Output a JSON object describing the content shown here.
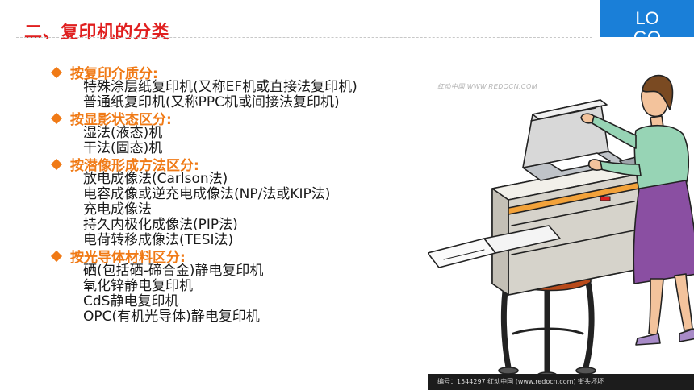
{
  "title": "二、复印机的分类",
  "logo": {
    "line1": "LO",
    "line2": "GO"
  },
  "sections": [
    {
      "heading": "按复印介质分:",
      "items": [
        "特殊涂层纸复印机(又称EF机或直接法复印机)",
        "普通纸复印机(又称PPC机或间接法复印机)"
      ]
    },
    {
      "heading": "按显影状态区分:",
      "items": [
        "湿法(液态)机",
        "干法(固态)机"
      ]
    },
    {
      "heading": "按潜像形成方法区分:",
      "items": [
        "放电成像法(Carlson法)",
        "电容成像或逆充电成像法(NP/法或KIP法)",
        "充电成像法",
        "持久内极化成像法(PIP法)",
        "电荷转移成像法(TESI法)"
      ]
    },
    {
      "heading": "按光导体材料区分:",
      "items": [
        "硒(包括硒-碲合金)静电复印机",
        "氧化锌静电复印机",
        "CdS静电复印机",
        "OPC(有机光导体)静电复印机"
      ]
    }
  ],
  "watermark_top": "红动中国 WWW.REDOCN.COM",
  "footer": "编号：1544297  红动中国 (www.redocn.com)  街头坏坏",
  "colors": {
    "title": "#e01f1f",
    "heading": "#f07a16",
    "logo_bg": "#1a7fd8"
  }
}
